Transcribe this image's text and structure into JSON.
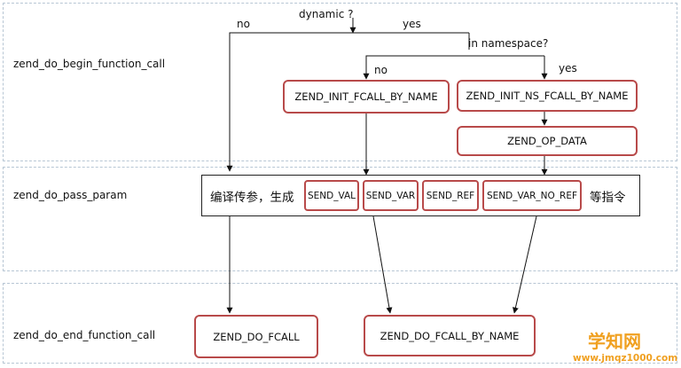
{
  "lanes": {
    "begin": "zend_do_begin_function_call",
    "pass": "zend_do_pass_param",
    "end": "zend_do_end_function_call"
  },
  "decisions": {
    "dynamic": "dynamic ?",
    "dynamic_no": "no",
    "dynamic_yes": "yes",
    "namespace": "in namespace?",
    "namespace_no": "no",
    "namespace_yes": "yes"
  },
  "nodes": {
    "init_fcall_by_name": "ZEND_INIT_FCALL_BY_NAME",
    "init_ns_fcall_by_name": "ZEND_INIT_NS_FCALL_BY_NAME",
    "op_data": "ZEND_OP_DATA",
    "do_fcall": "ZEND_DO_FCALL",
    "do_fcall_by_name": "ZEND_DO_FCALL_BY_NAME"
  },
  "pass_panel": {
    "prefix": "编译传参，生成",
    "suffix": "等指令",
    "ops": [
      "SEND_VAL",
      "SEND_VAR",
      "SEND_REF",
      "SEND_VAR_NO_REF"
    ]
  },
  "watermark": {
    "logo": "学知网",
    "url": "www.jmqz1000.com"
  },
  "colors": {
    "node_border": "#b84a4a",
    "lane_border": "#b7c6d4",
    "watermark": "#f0a020"
  }
}
